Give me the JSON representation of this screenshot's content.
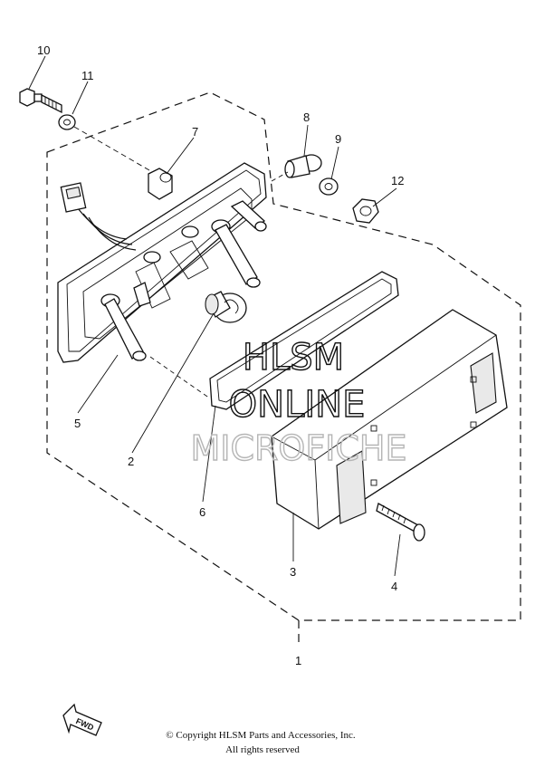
{
  "callouts": [
    "10",
    "11",
    "7",
    "8",
    "9",
    "12",
    "5",
    "2",
    "6",
    "3",
    "4",
    "1"
  ],
  "watermark": {
    "line1": "HLSM",
    "line2": "ONLINE",
    "line3": "MICROFICHE"
  },
  "fwd_label": "FWD",
  "copyright": {
    "line1": "© Copyright HLSM Parts and Accessories, Inc.",
    "line2": "All rights reserved"
  }
}
